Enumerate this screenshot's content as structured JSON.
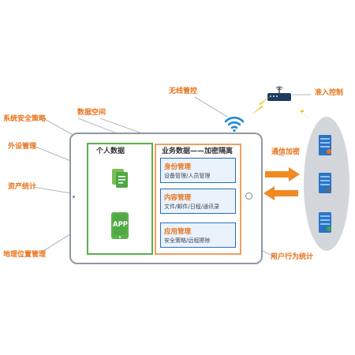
{
  "labels": {
    "security_policy": "系统安全策略",
    "peripheral_mgmt": "外设管理",
    "asset_stats": "资产统计",
    "geo_location_mgmt": "地理位置管理",
    "data_space": "数据空间",
    "wireless_control": "无线管控",
    "access_control": "准入控制",
    "comm_encryption": "通信加密",
    "user_behavior_stats": "用户行为统计"
  },
  "personal": {
    "title": "个人数据",
    "app_label": "APP"
  },
  "work": {
    "title": "业务数据——加密隔离",
    "boxes": [
      {
        "title": "身份管理",
        "desc": "设备管理/人员管理"
      },
      {
        "title": "内容管理",
        "desc": "文件/邮件/日程/通讯录"
      },
      {
        "title": "应用管理",
        "desc": "安全策略/远程擦除"
      }
    ]
  },
  "icons": {
    "document": "document-icon",
    "app": "app-icon",
    "wifi": "wifi-icon",
    "router": "router-icon",
    "lightning": "lightning-icon",
    "server": "server-icon",
    "arrow_right": "arrow-right-icon",
    "arrow_left": "arrow-left-icon"
  },
  "colors": {
    "label_orange": "#e8731a",
    "personal_green": "#5bb04b",
    "work_orange": "#f0a060",
    "box_blue": "#2a6fb5",
    "wifi_blue": "#1e88d6",
    "cloud_gray": "#d3d6da"
  }
}
